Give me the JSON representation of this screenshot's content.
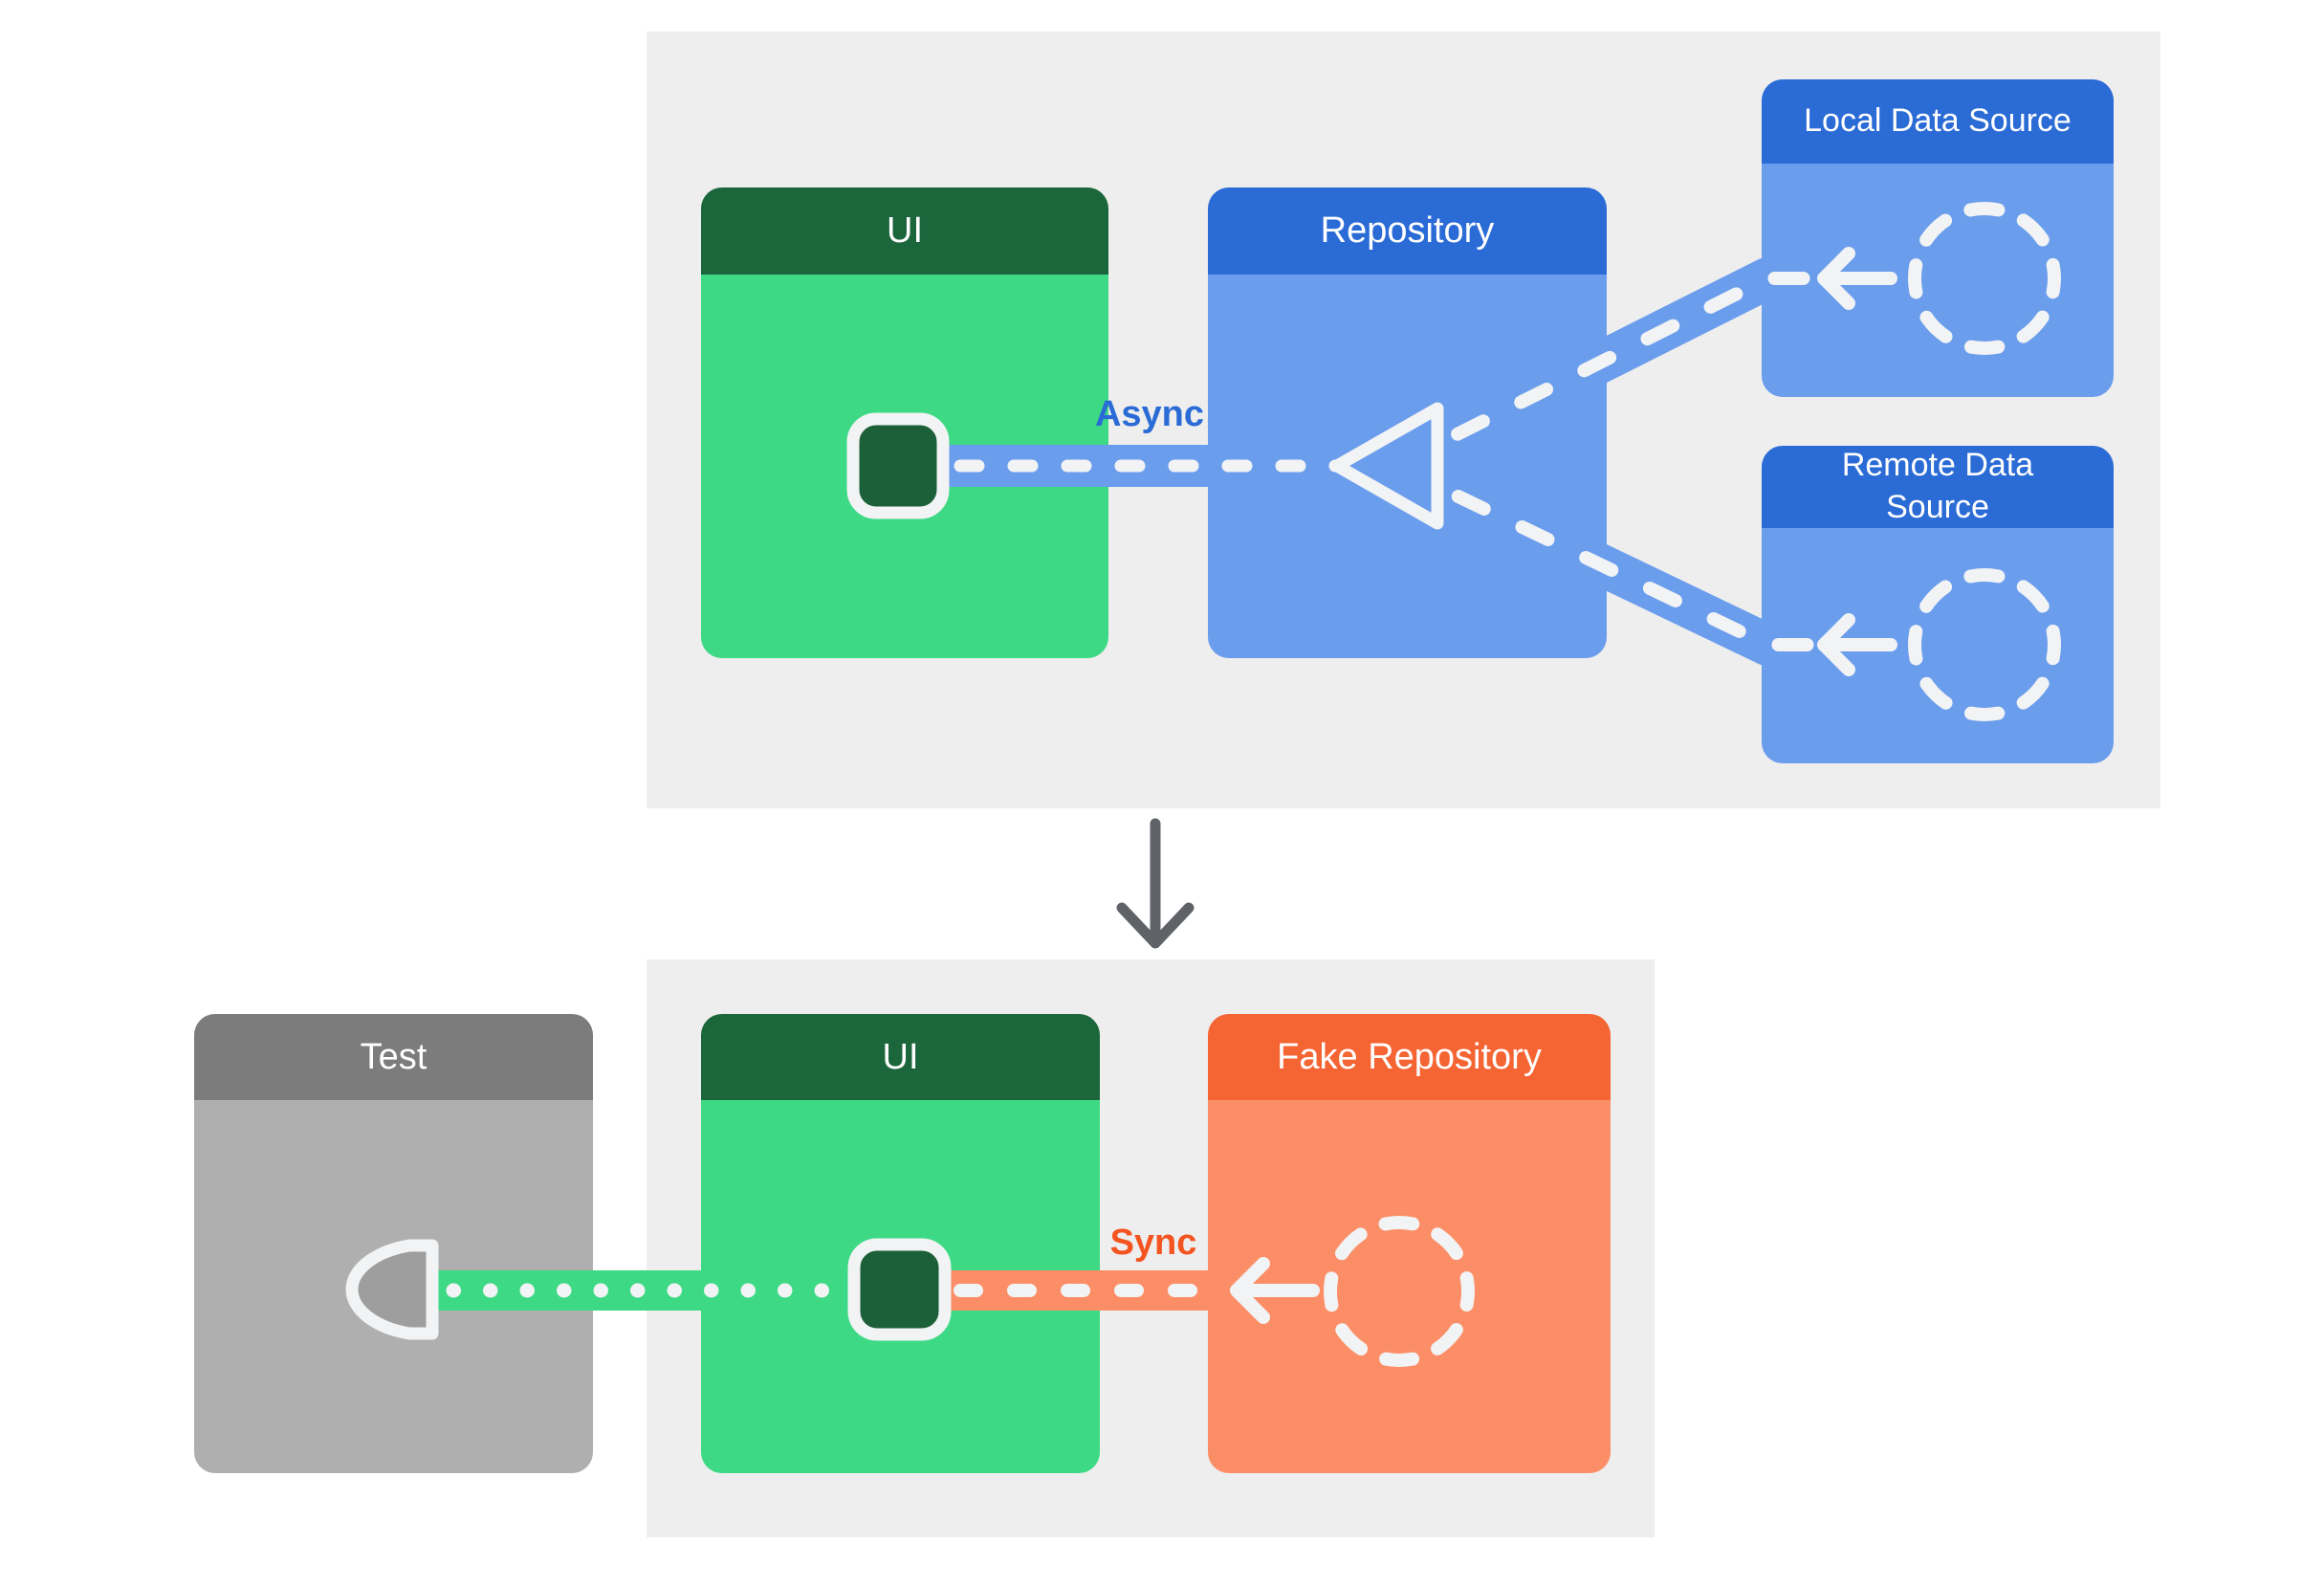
{
  "colors": {
    "page-bg": "#ffffff",
    "panel-bg": "#eeeeee",
    "green-header": "#1c663c",
    "green-body": "#3dd984",
    "green-icon": "#1b6038",
    "blue-header": "#2a6bd6",
    "blue-body": "#6b9ded",
    "gray-header": "#7c7c7c",
    "gray-body": "#afafaf",
    "gray-icon": "#9e9e9e",
    "orange-header": "#f56433",
    "orange-body": "#fc8e67",
    "white-stroke": "#f1f3f4",
    "async-label": "#2a6bd6",
    "sync-label": "#f4541f",
    "down-arrow": "#5f6368",
    "header-text": "#ffffff"
  },
  "production": {
    "ui_card": {
      "title": "UI"
    },
    "repository_card": {
      "title": "Repository"
    },
    "local_data_source_card": {
      "title": "Local Data Source"
    },
    "remote_data_source_card": {
      "title": "Remote Data Source"
    },
    "flow_label": "Async"
  },
  "test": {
    "test_card": {
      "title": "Test"
    },
    "ui_card": {
      "title": "UI"
    },
    "fake_repository_card": {
      "title": "Fake Repository"
    },
    "flow_label": "Sync"
  },
  "icons": {
    "ui_slot": "phone-screen-icon",
    "repository_merge": "triangle-arrowhead-icon",
    "data_source": "dashed-circle-icon",
    "data_flow": "arrow-left-icon",
    "test_double": "socket-plug-icon",
    "section_transition": "down-arrow-icon"
  }
}
